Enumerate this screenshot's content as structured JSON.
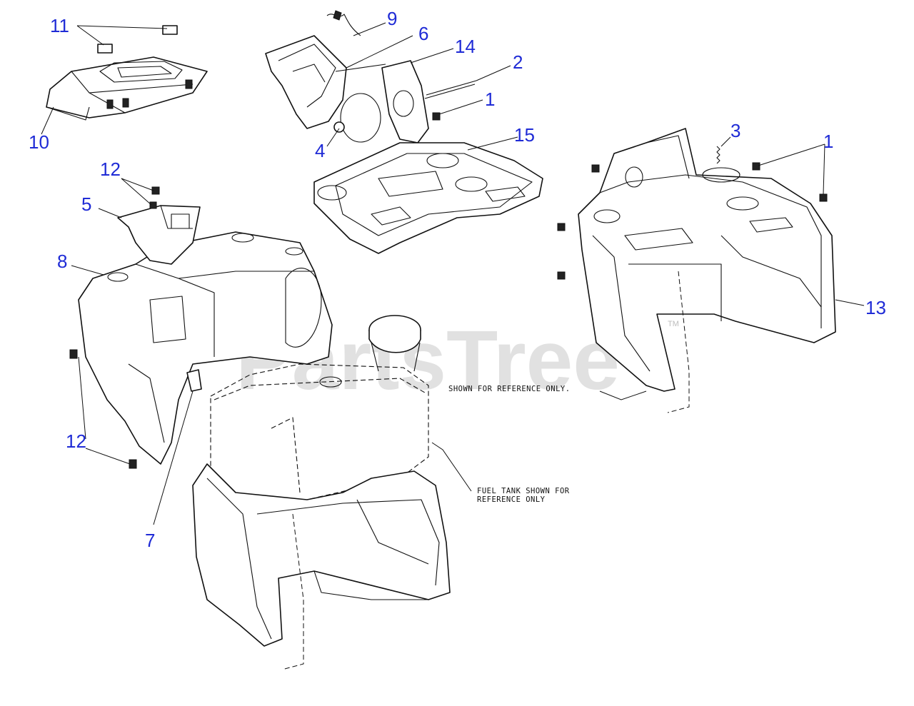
{
  "diagram": {
    "watermark": "PartsTree",
    "watermark_mark": "TM",
    "callouts": [
      "1",
      "1",
      "2",
      "3",
      "4",
      "5",
      "6",
      "7",
      "8",
      "9",
      "10",
      "11",
      "12",
      "12",
      "13",
      "14",
      "15"
    ],
    "notes": {
      "fuel_tank_line1": "FUEL TANK SHOWN FOR",
      "fuel_tank_line2": "REFERENCE ONLY",
      "shown_reference": "SHOWN FOR REFERENCE ONLY."
    },
    "colors": {
      "callout": "#1f2bd6",
      "line": "#111111",
      "watermark": "#c9c9c9"
    }
  }
}
